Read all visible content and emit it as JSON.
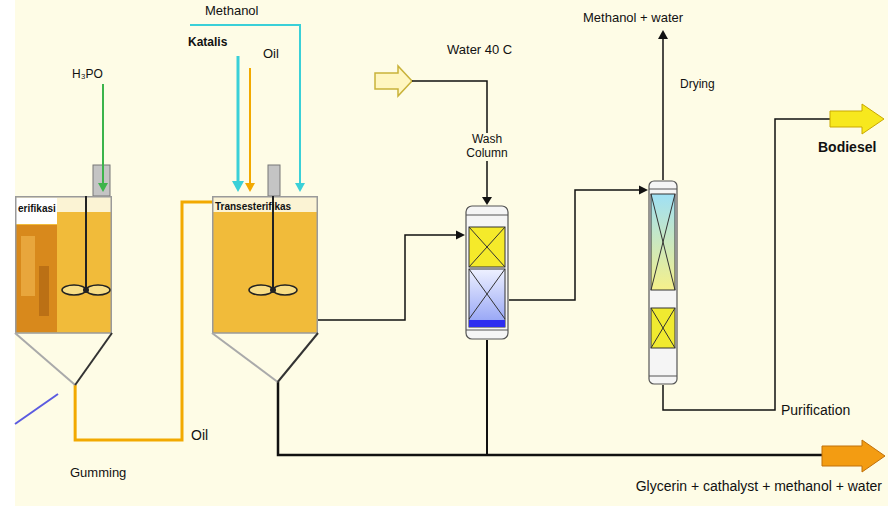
{
  "diagram": {
    "nodes": [
      {
        "text": [
          "erifikasi"
        ]
      },
      {
        "text": [
          "Transesterifikas"
        ]
      },
      {
        "text": [
          "Wash Column"
        ]
      },
      {
        "text": [
          "Drying"
        ]
      }
    ],
    "edges": [
      {
        "from": 0,
        "to": 1,
        "arrow": "none",
        "label": "Oil"
      },
      {
        "from": 1,
        "to": 2,
        "arrow": "to"
      },
      {
        "from": 2,
        "to": 3,
        "arrow": "to"
      }
    ],
    "labels": [
      "H₃PO",
      "Methanol",
      "Katalis",
      "Oil",
      "Water 40 C",
      "Methanol + water",
      "Bodiesel",
      "Purification",
      "Gumming",
      "Glycerin + cathalyst + methanol + water"
    ]
  }
}
